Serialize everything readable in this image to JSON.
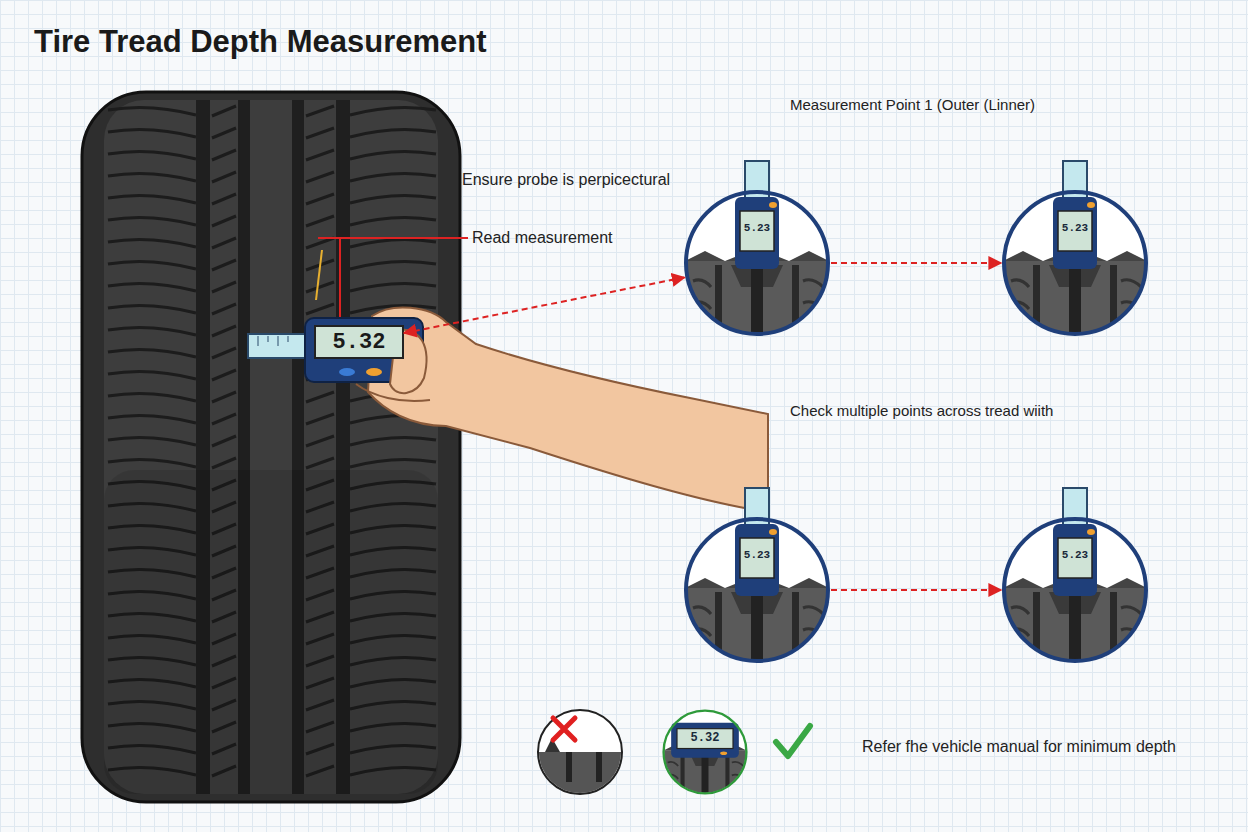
{
  "diagram": {
    "title": "Tire Tread Depth Measurement",
    "nodes": [
      {
        "text": [
          "5.32"
        ]
      },
      {
        "text": [
          "5.23"
        ]
      },
      {
        "text": [
          "5.23"
        ]
      },
      {
        "text": [
          "5.23"
        ]
      },
      {
        "text": [
          "5.23"
        ]
      },
      {
        "text": [
          "5.32"
        ]
      }
    ],
    "edges": [
      {
        "from": 0,
        "to": 1,
        "arrow": "both"
      },
      {
        "from": 1,
        "to": 2,
        "arrow": "to"
      },
      {
        "from": 3,
        "to": 4,
        "arrow": "to"
      }
    ],
    "labels": [
      "Ensure probe is perpicectural",
      "Read measurement",
      "Measurement Point 1 (Outer (Linner)",
      "Check multiple points across tread wiith",
      "Refer fhe vehicle manual for minimum depth"
    ]
  }
}
